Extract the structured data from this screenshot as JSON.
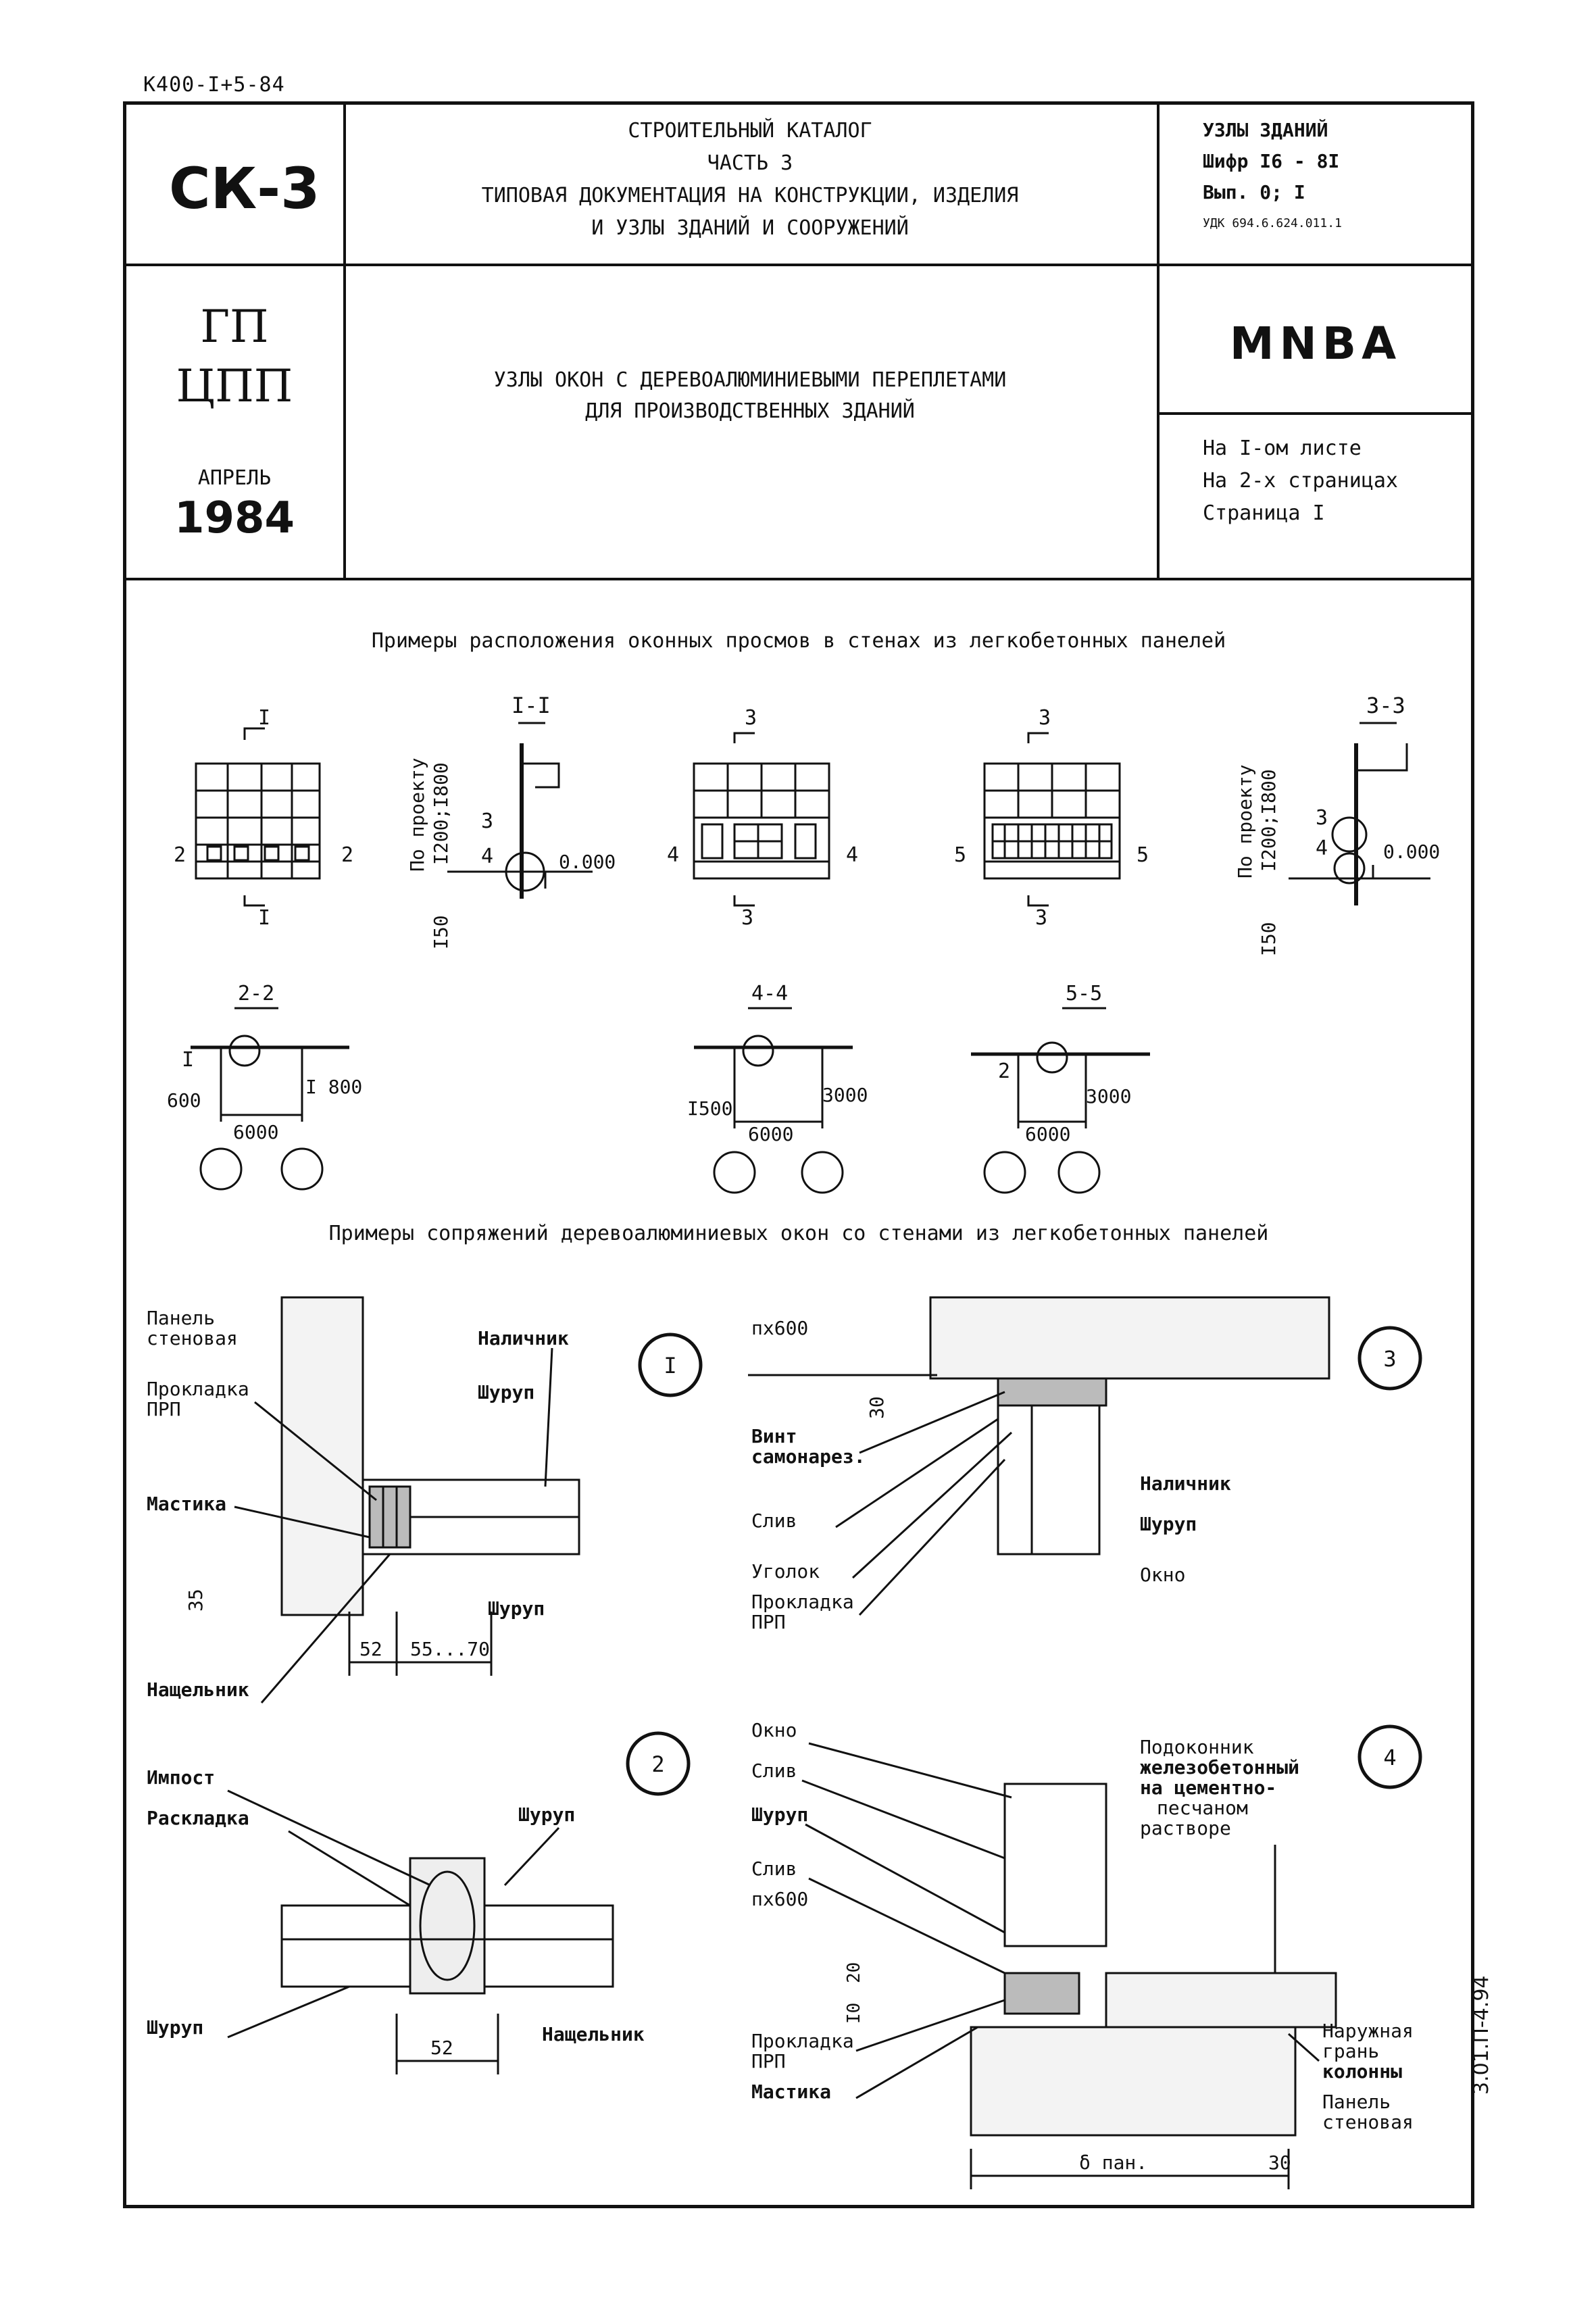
{
  "doc_code": "К400-I+5-84",
  "side_code": "3.01.П-4.94",
  "header": {
    "series": "СК-3",
    "catalog_lines": [
      "СТРОИТЕЛЬНЫЙ КАТАЛОГ",
      "ЧАСТЬ 3",
      "ТИПОВАЯ ДОКУМЕНТАЦИЯ НА КОНСТРУКЦИИ, ИЗДЕЛИЯ",
      "И УЗЛЫ ЗДАНИЙ И СООРУЖЕНИЙ"
    ],
    "section_lines": [
      "УЗЛЫ ЗДАНИЙ",
      "Шифр I6 - 8I",
      "Вып. 0; I",
      "УДК 694.6.624.011.1"
    ],
    "org_lines": [
      "ГП",
      "ЦПП"
    ],
    "month": "АПРЕЛЬ",
    "year": "1984",
    "title_lines": [
      "УЗЛЫ ОКОН С ДЕРЕВОАЛЮМИНИЕВЫМИ ПЕРЕПЛЕТАМИ",
      "ДЛЯ ПРОИЗВОДСТВЕННЫХ ЗДАНИЙ"
    ],
    "code": "MNBA",
    "sheet_lines": [
      "На I-ом листе",
      "На 2-х страницах",
      "Страница I"
    ]
  },
  "captions": {
    "layout": "Примеры расположения оконных просмов в стенах из легкобетонных панелей",
    "joints": "Примеры сопряжений деревоалюминиевых окон со стенами из легкобетонных панелей"
  },
  "sections": {
    "s1_mark": "I",
    "s1_title": "I-I",
    "s3_mark": "3",
    "s3_title": "3-3",
    "s22": "2-2",
    "s44": "4-4",
    "s55": "5-5",
    "mark2": "2",
    "mark4": "4",
    "mark5": "5",
    "proj": "По проекту",
    "proj_dims": "I200;I800",
    "level": "0.000",
    "dim150": "I50",
    "d600": "600",
    "d1800": "I 800",
    "d6000": "6000",
    "d1500": "I500",
    "d3000": "3000"
  },
  "details": {
    "n1": "I",
    "n2": "2",
    "n3": "3",
    "n4": "4",
    "d1_labels": [
      "Панель",
      "стеновая",
      "Прокладка",
      "ПРП",
      "Мастика",
      "Наличник",
      "Шуруп",
      "Шуруп",
      "Нащельник"
    ],
    "d1_dims": [
      "35",
      "52",
      "55...70"
    ],
    "d2_labels": [
      "Импост",
      "Раскладка",
      "Шуруп",
      "Шуруп",
      "Нащельник"
    ],
    "d2_dim": "52",
    "d3_labels": [
      "пх600",
      "Винт",
      "самонарез.",
      "Слив",
      "Уголок",
      "Прокладка",
      "ПРП",
      "Наличник",
      "Шуруп",
      "Окно"
    ],
    "d3_dim": "30",
    "d4_labels": [
      "Окно",
      "Слив",
      "Шуруп",
      "Слив",
      "пх600",
      "Прокладка",
      "ПРП",
      "Мастика",
      "Подоконник",
      "железобетонный",
      "на цементно-",
      "песчаном",
      "растворе",
      "Наружная",
      "грань",
      "колонны",
      "Панель",
      "стеновая"
    ],
    "d4_dims": [
      "20",
      "I0",
      "δ пан.",
      "30"
    ]
  }
}
